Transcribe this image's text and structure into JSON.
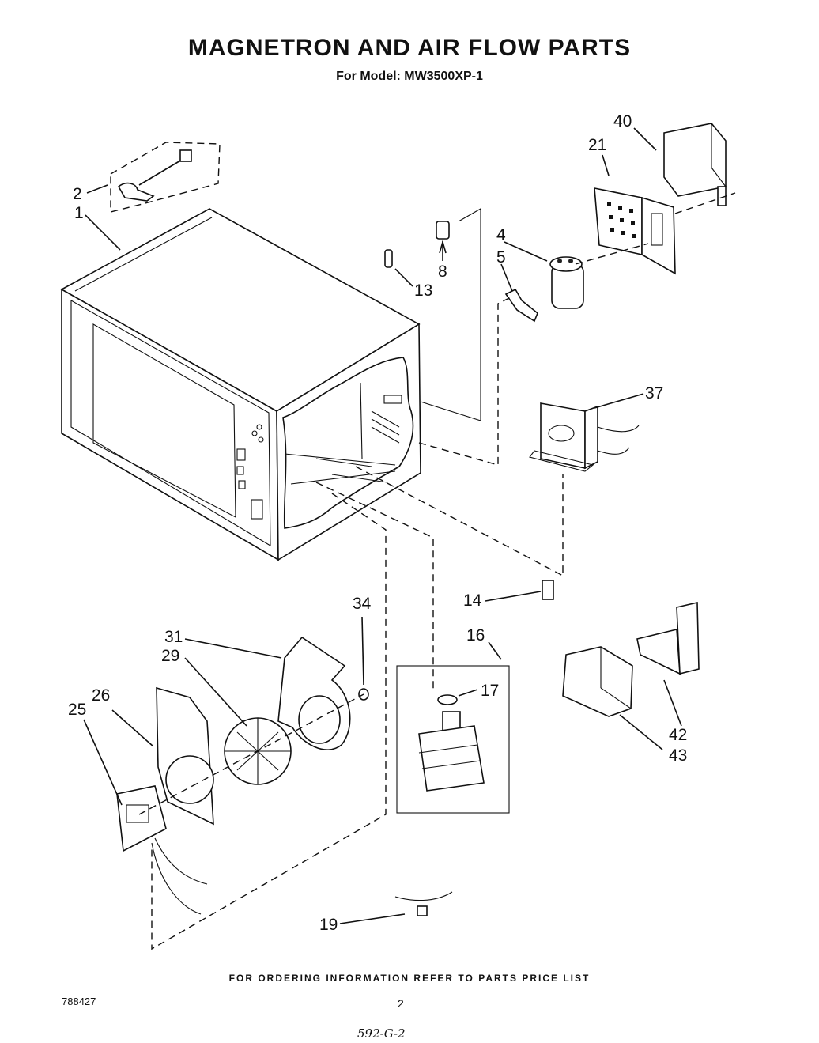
{
  "title": "MAGNETRON AND AIR FLOW PARTS",
  "subtitle": "For Model: MW3500XP-1",
  "callouts": {
    "c1": "1",
    "c2": "2",
    "c4": "4",
    "c5": "5",
    "c8": "8",
    "c13": "13",
    "c14": "14",
    "c16": "16",
    "c17": "17",
    "c19": "19",
    "c21": "21",
    "c25": "25",
    "c26": "26",
    "c29": "29",
    "c31": "31",
    "c34": "34",
    "c37": "37",
    "c40": "40",
    "c42": "42",
    "c43": "43"
  },
  "footer": "FOR ORDERING INFORMATION REFER TO PARTS PRICE LIST",
  "doc_number": "788427",
  "page_number": "2",
  "handwritten_note": "592-G-2"
}
